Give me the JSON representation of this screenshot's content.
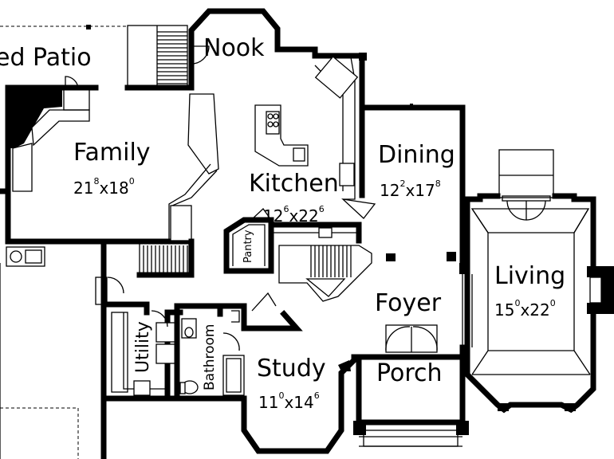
{
  "rooms": {
    "patio": {
      "label": "ed Patio"
    },
    "nook": {
      "label": "Nook"
    },
    "family": {
      "label": "Family",
      "w": "21",
      "w_in": "8",
      "x": "x",
      "d": "18",
      "d_in": "0"
    },
    "kitchen": {
      "label": "Kitchen",
      "w": "12",
      "w_in": "6",
      "x": "x",
      "d": "22",
      "d_in": "6"
    },
    "pantry": {
      "label": "Pantry"
    },
    "dining": {
      "label": "Dining",
      "w": "12",
      "w_in": "2",
      "x": "x",
      "d": "17",
      "d_in": "8"
    },
    "living": {
      "label": "Living",
      "w": "15",
      "w_in": "0",
      "x": "x",
      "d": "22",
      "d_in": "0"
    },
    "foyer": {
      "label": "Foyer"
    },
    "utility": {
      "label": "Utility"
    },
    "bathroom": {
      "label": "Bathroom"
    },
    "study": {
      "label": "Study",
      "w": "11",
      "w_in": "0",
      "x": "x",
      "d": "14",
      "d_in": "6"
    },
    "porch": {
      "label": "Porch"
    }
  }
}
